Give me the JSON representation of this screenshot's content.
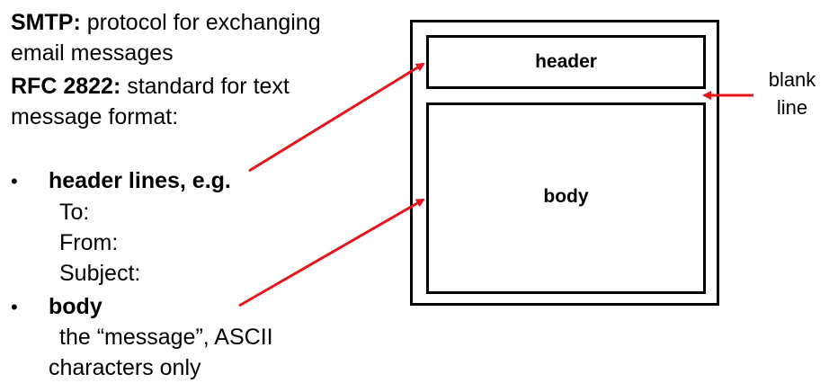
{
  "text": {
    "smtp_term": "SMTP:",
    "smtp_def_1": " protocol for exchanging",
    "smtp_def_2": "email messages",
    "rfc_term": "RFC 2822:",
    "rfc_def_1": " standard for text",
    "rfc_def_2": "message format:",
    "bullet_symbol": "•",
    "header_lines_label": "header lines, e.g.",
    "header_examples": [
      "To:",
      "From:",
      "Subject:"
    ],
    "body_label": "body",
    "body_desc_1": "the “message”, ASCII",
    "body_desc_2": "characters only"
  },
  "diagram": {
    "header_box_label": "header",
    "body_box_label": "body",
    "blank_line_label_1": "blank",
    "blank_line_label_2": "line",
    "arrow_color": "#e8141c"
  }
}
